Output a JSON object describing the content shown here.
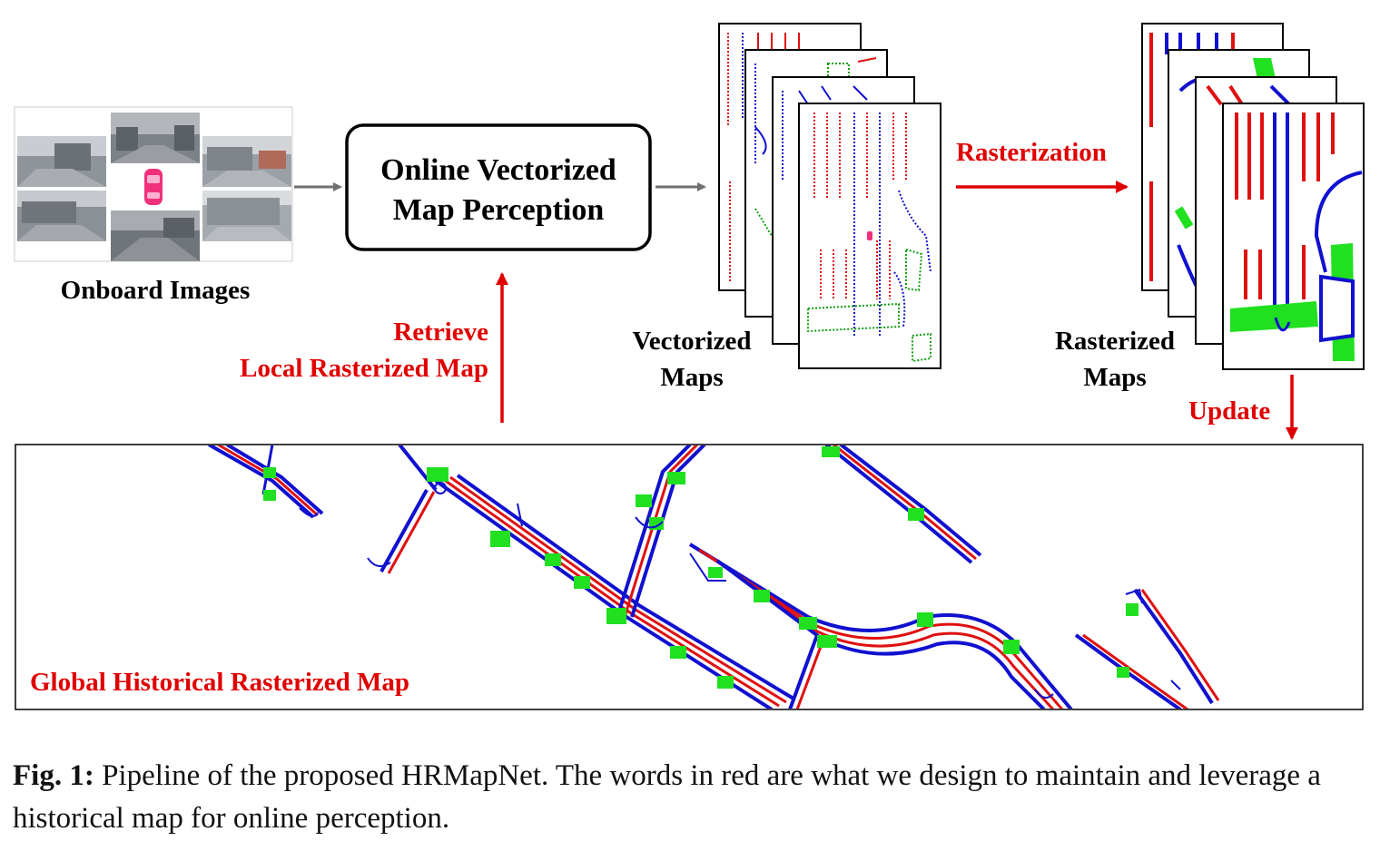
{
  "labels": {
    "onboard_images": "Onboard Images",
    "perception_line1": "Online Vectorized",
    "perception_line2": "Map Perception",
    "vectorized_line1": "Vectorized",
    "vectorized_line2": "Maps",
    "rasterization": "Rasterization",
    "rasterized_line1": "Rasterized",
    "rasterized_line2": "Maps",
    "update": "Update",
    "retrieve_line1": "Retrieve",
    "retrieve_line2": "Local Rasterized Map",
    "global_map": "Global Historical Rasterized Map"
  },
  "caption": {
    "prefix": "Fig. 1:",
    "text": " Pipeline of the proposed HRMapNet. The words in red are what we design to maintain and leverage a historical map for online perception."
  },
  "colors": {
    "accent_red": "#e00000",
    "lane_blue": "#1010d0",
    "divider_red": "#e01010",
    "crossing_green": "#10a010",
    "raster_green": "#20e020",
    "car_pink": "#f0307a",
    "arrow_gray": "#707070"
  }
}
